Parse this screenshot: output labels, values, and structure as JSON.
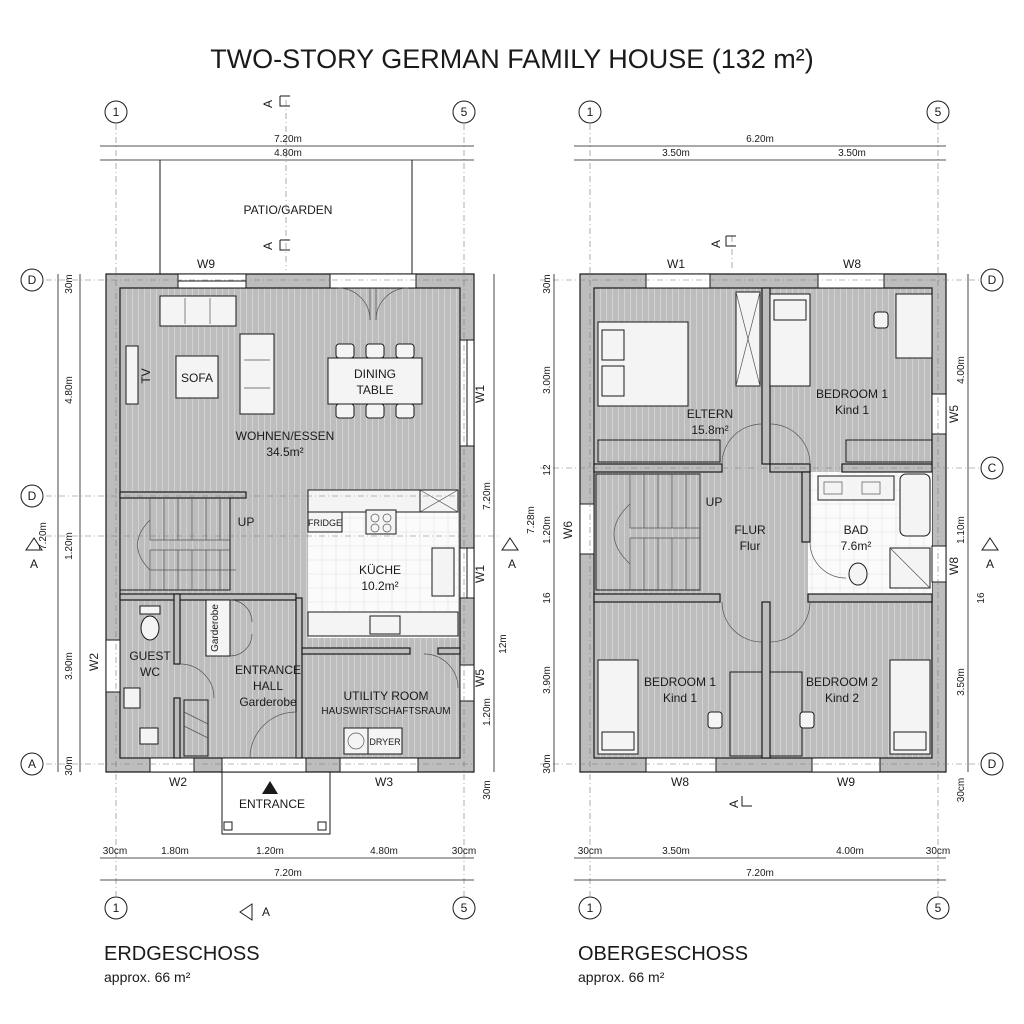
{
  "title": "TWO-STORY GERMAN FAMILY HOUSE (132 m²)",
  "ground": {
    "name": "ERDGESCHOSS",
    "area": "approx. 66 m²",
    "patio": "PATIO/GARDEN",
    "entrance": "ENTRANCE",
    "rooms": {
      "living_name": "WOHNEN/ESSEN",
      "living_area": "34.5m²",
      "sofa": "SOFA",
      "tv": "TV",
      "dining": "DINING",
      "dining2": "TABLE",
      "kitchen_name": "KÜCHE",
      "kitchen_area": "10.2m²",
      "fridge": "FRIDGE",
      "guest1": "GUEST",
      "guest2": "WC",
      "garderobe_cab": "Garderobe",
      "hall1": "ENTRANCE",
      "hall2": "HALL",
      "hall3": "Garderobe",
      "utility1": "UTILITY ROOM",
      "utility2": "HAUSWIRTSCHAFTSRAUM",
      "dryer": "DRYER",
      "up": "UP"
    },
    "windows": {
      "w9": "W9",
      "w1a": "W1",
      "w1b": "W1",
      "w2": "W2",
      "w3": "W3",
      "w5": "W5"
    },
    "dims": {
      "top_total": "7.20m",
      "top_inner": "4.80m",
      "left_total": "7.20m",
      "left_a": "30m",
      "left_b": "4.80m",
      "left_c": "1.20m",
      "left_d": "3.90m",
      "left_e": "30m",
      "right_a": "7.20m",
      "right_b": "12m",
      "right_c": "1.20m",
      "right_d": "30m",
      "bot_a": "30cm",
      "bot_b": "1.80m",
      "bot_c": "1.20m",
      "bot_d": "4.80m",
      "bot_e": "30cm",
      "bot_total": "7.20m"
    },
    "grid": {
      "g1": "1",
      "g5": "5",
      "gd1": "D",
      "gd2": "D",
      "ga": "A",
      "cut": "A"
    }
  },
  "upper": {
    "name": "OBERGESCHOSS",
    "area": "approx. 66 m²",
    "rooms": {
      "eltern_name": "ELTERN",
      "eltern_area": "15.8m²",
      "bed1_name": "BEDROOM 1",
      "bed1_sub": "Kind 1",
      "flur_name": "FLUR",
      "flur_sub": "Flur",
      "bad_name": "BAD",
      "bad_area": "7.6m²",
      "bed1b_name": "BEDROOM 1",
      "bed1b_sub": "Kind 1",
      "bed2_name": "BEDROOM 2",
      "bed2_sub": "Kind 2",
      "up": "UP"
    },
    "windows": {
      "w1": "W1",
      "w8a": "W8",
      "w8b": "W8",
      "w9": "W9",
      "w6": "W6",
      "w5": "W5",
      "w8c": "W8"
    },
    "dims": {
      "top_total": "6.20m",
      "top_a": "3.50m",
      "top_b": "3.50m",
      "left_a": "30m",
      "left_b": "3.00m",
      "left_c": "12",
      "left_d": "7.28m",
      "left_e": "1.20m",
      "left_f": "16",
      "left_g": "3.90m",
      "left_h": "30m",
      "right_a": "4.00m",
      "right_b": "1.10m",
      "right_c": "16",
      "right_d": "3.50m",
      "right_e": "30cm",
      "bot_a": "30cm",
      "bot_b": "3.50m",
      "bot_c": "4.00m",
      "bot_d": "30cm",
      "bot_total": "7.20m"
    },
    "grid": {
      "g1": "1",
      "g5": "5",
      "gd": "D",
      "gc": "C",
      "gd2": "D",
      "ga": "A"
    }
  }
}
